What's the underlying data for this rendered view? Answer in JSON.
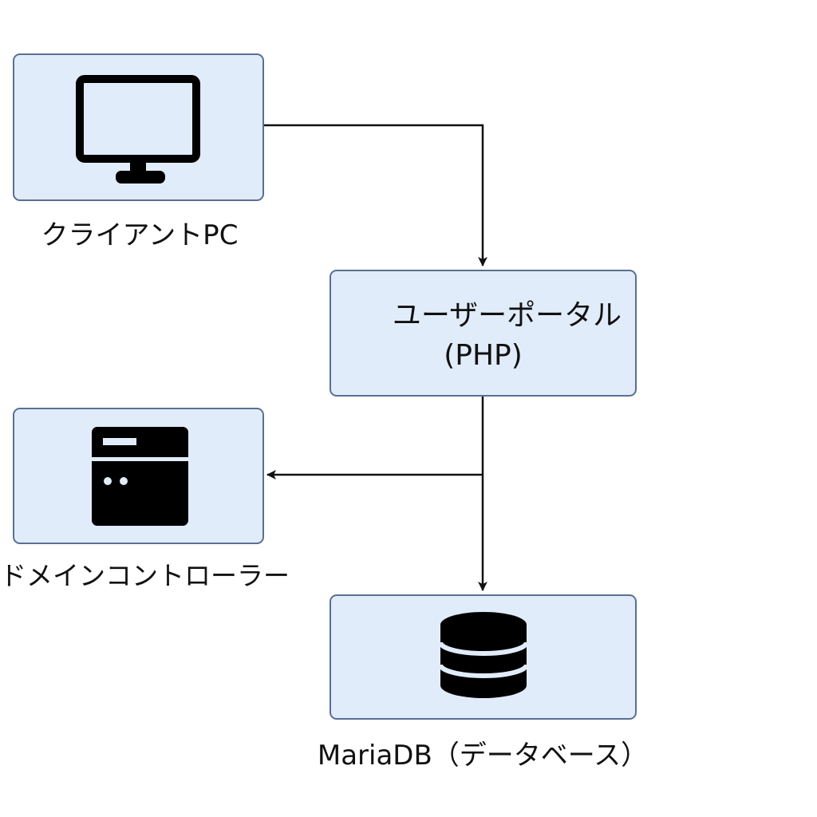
{
  "nodes": {
    "client": {
      "label": "クライアントPC",
      "icon": "monitor-icon"
    },
    "portal": {
      "title": "ユーザーポータル",
      "subtitle": "(PHP)"
    },
    "domain_controller": {
      "label": "ドメインコントローラー",
      "icon": "server-icon"
    },
    "database": {
      "label": "MariaDB（データベース）",
      "icon": "database-icon"
    }
  },
  "edges": [
    {
      "from": "client",
      "to": "portal"
    },
    {
      "from": "portal",
      "to": "domain_controller"
    },
    {
      "from": "portal",
      "to": "database"
    }
  ],
  "colors": {
    "box_fill": "#e1ecfb",
    "box_border": "#5a6f92",
    "line": "#111111",
    "icon": "#000000"
  }
}
